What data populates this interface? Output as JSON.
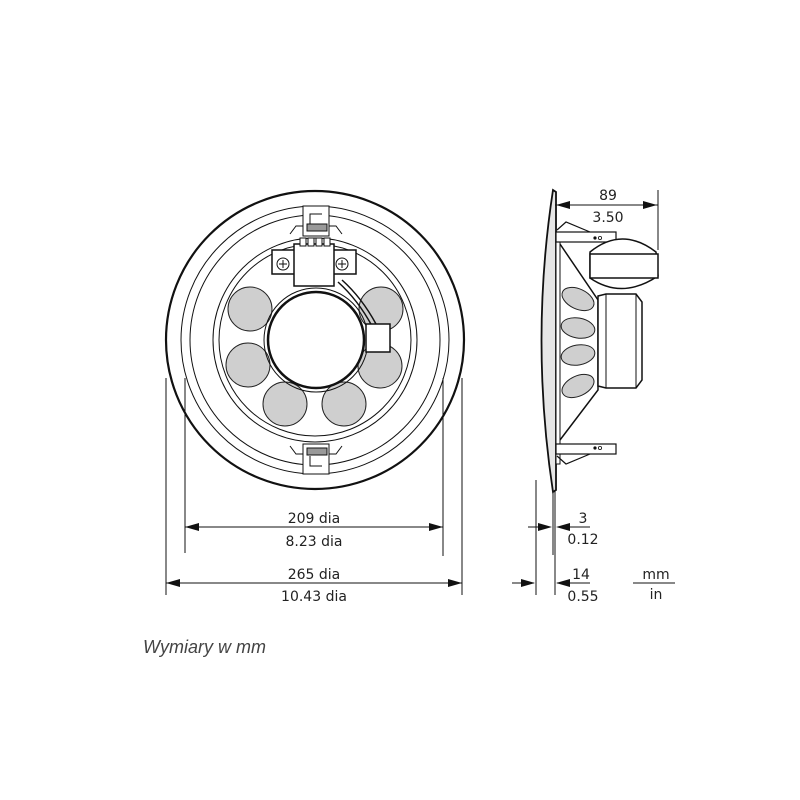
{
  "dimensions": {
    "inner_diameter": {
      "mm": "209 dia",
      "in": "8.23 dia"
    },
    "outer_diameter": {
      "mm": "265 dia",
      "in": "10.43 dia"
    },
    "depth": {
      "mm": "89",
      "in": "3.50"
    },
    "flange_thickness": {
      "mm": "3",
      "in": "0.12"
    },
    "mounting_depth": {
      "mm": "14",
      "in": "0.55"
    }
  },
  "units": {
    "top": "mm",
    "bottom": "in"
  },
  "caption": "Wymiary w mm",
  "colors": {
    "line": "#111111",
    "fill": "#cfcfcf"
  }
}
